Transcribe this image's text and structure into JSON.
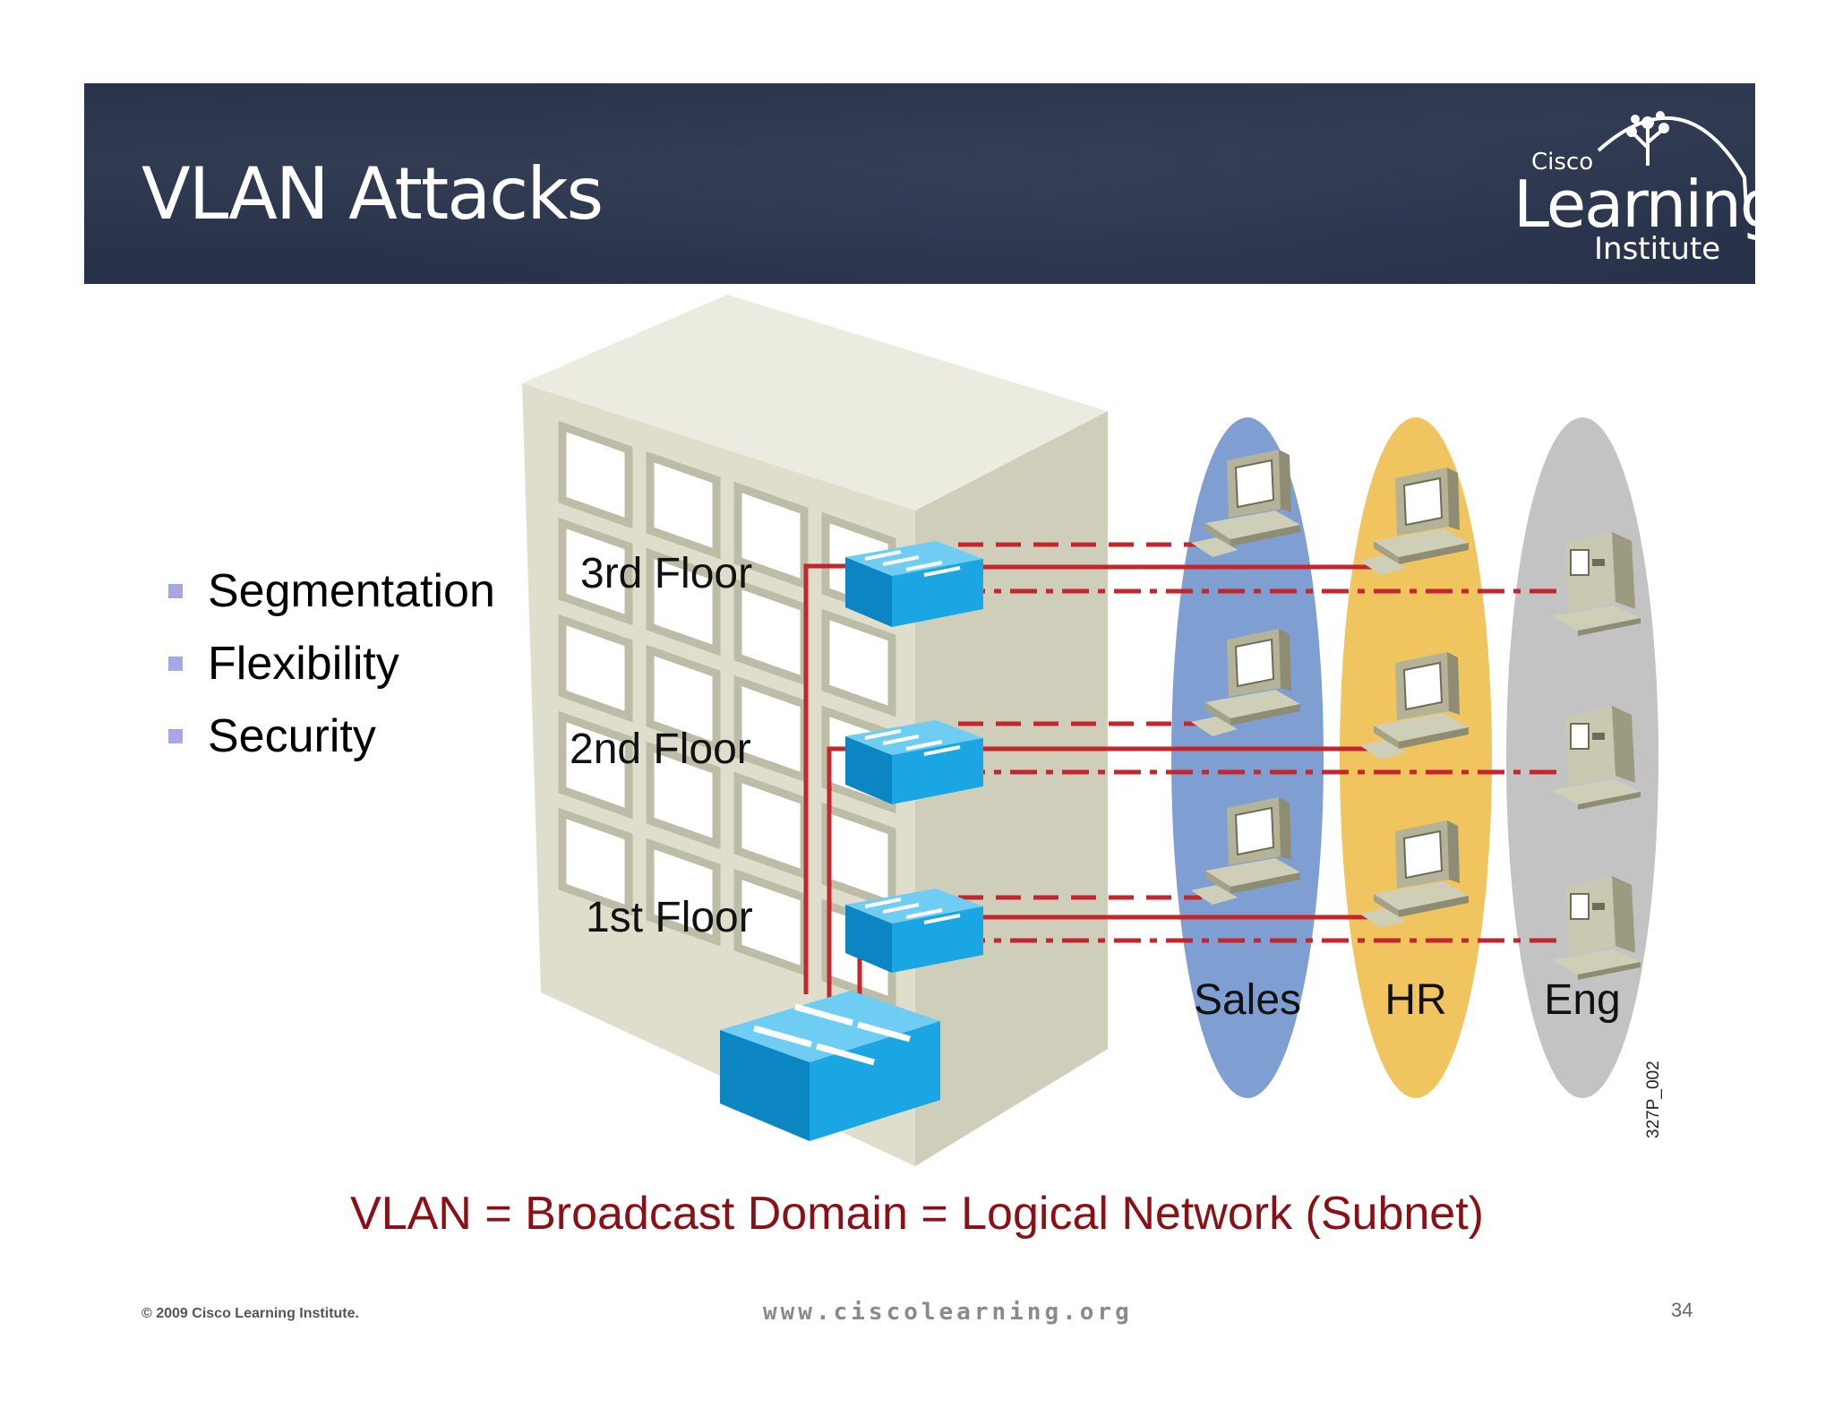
{
  "slide": {
    "title": "VLAN Attacks",
    "logo": {
      "brand": "Cisco",
      "word": "Learning",
      "sub": "Institute"
    },
    "bullets": [
      "Segmentation",
      "Flexibility",
      "Security"
    ],
    "caption": "VLAN = Broadcast Domain = Logical Network (Subnet)",
    "copyright": "© 2009 Cisco Learning Institute.",
    "footer_url": "www.ciscolearning.org",
    "page_number": "34"
  },
  "diagram": {
    "floors": [
      "3rd Floor",
      "2nd Floor",
      "1st Floor"
    ],
    "groups": [
      {
        "name": "Sales",
        "color": "#7f9fd3"
      },
      {
        "name": "HR",
        "color": "#f0c45e"
      },
      {
        "name": "Eng",
        "color": "#c3c3c3"
      }
    ],
    "figure_id": "327P_002",
    "switch_color": "#1aa6e2",
    "link_color": "#c4262e"
  }
}
